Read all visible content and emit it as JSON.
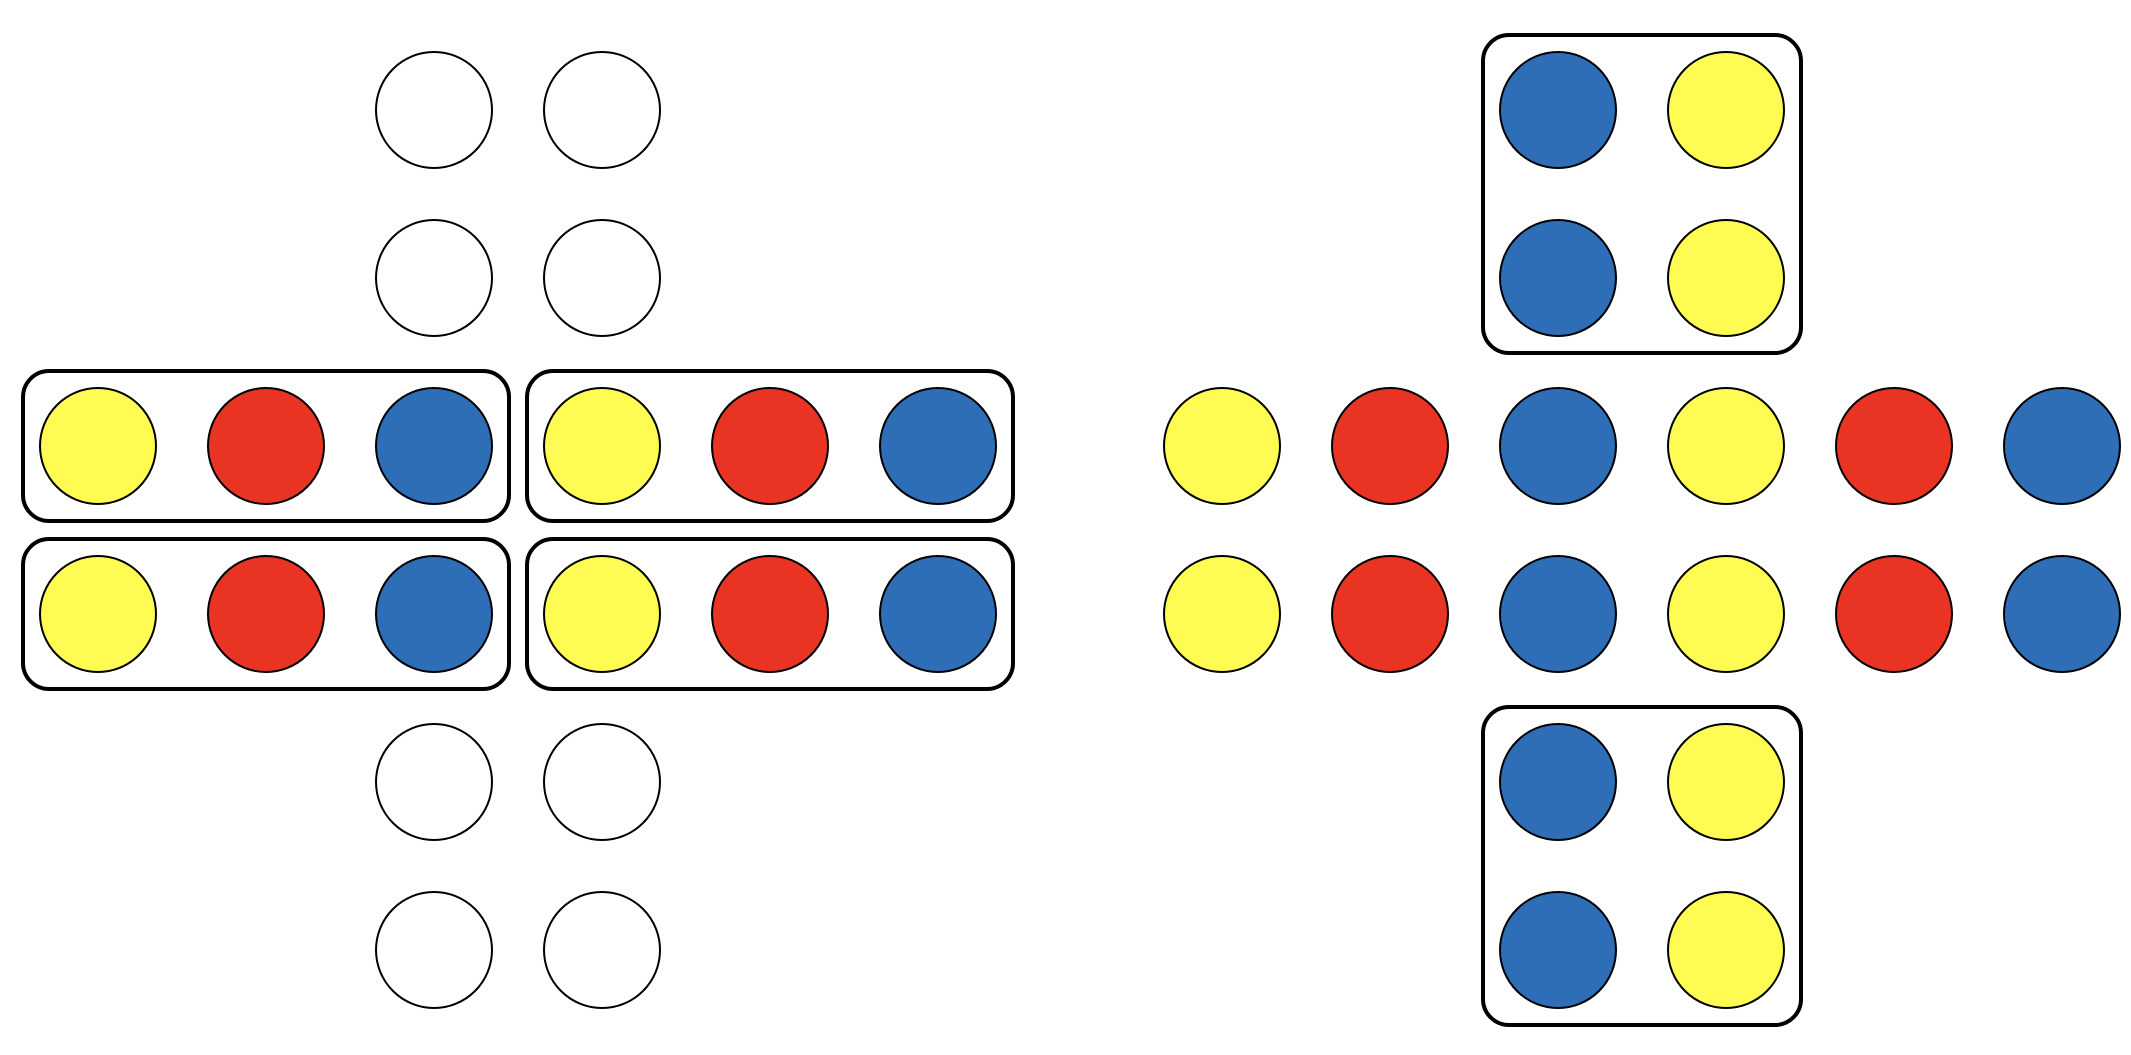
{
  "colors": {
    "yellow": "#FEFB52",
    "red": "#E93323",
    "blue": "#2E6EB6",
    "empty": "#FFFFFF",
    "outline": "#000000",
    "background": "#FFFFFF"
  },
  "left_figure": {
    "grid_columns": 6,
    "grid_rows": 6,
    "empty_cells": [
      {
        "row": 0,
        "col": 2
      },
      {
        "row": 0,
        "col": 3
      },
      {
        "row": 1,
        "col": 2
      },
      {
        "row": 1,
        "col": 3
      },
      {
        "row": 4,
        "col": 2
      },
      {
        "row": 4,
        "col": 3
      },
      {
        "row": 5,
        "col": 2
      },
      {
        "row": 5,
        "col": 3
      }
    ],
    "groups": [
      {
        "row": 2,
        "col": 0,
        "colors": [
          "yellow",
          "red",
          "blue"
        ]
      },
      {
        "row": 2,
        "col": 3,
        "colors": [
          "yellow",
          "red",
          "blue"
        ]
      },
      {
        "row": 3,
        "col": 0,
        "colors": [
          "yellow",
          "red",
          "blue"
        ]
      },
      {
        "row": 3,
        "col": 3,
        "colors": [
          "yellow",
          "red",
          "blue"
        ]
      }
    ]
  },
  "right_figure": {
    "grid_columns": 6,
    "grid_rows": 6,
    "rows": [
      {
        "row": 2,
        "colors": [
          "yellow",
          "red",
          "blue",
          "yellow",
          "red",
          "blue"
        ]
      },
      {
        "row": 3,
        "colors": [
          "yellow",
          "red",
          "blue",
          "yellow",
          "red",
          "blue"
        ]
      }
    ],
    "groups": [
      {
        "row": 0,
        "col": 2,
        "colors": [
          [
            "blue",
            "yellow"
          ],
          [
            "blue",
            "yellow"
          ]
        ]
      },
      {
        "row": 4,
        "col": 2,
        "colors": [
          [
            "blue",
            "yellow"
          ],
          [
            "blue",
            "yellow"
          ]
        ]
      }
    ]
  }
}
